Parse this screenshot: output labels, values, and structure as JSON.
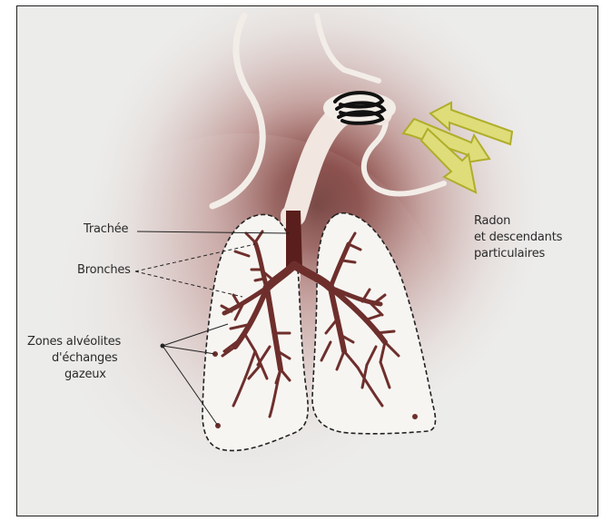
{
  "labels": {
    "trachea": "Trachée",
    "bronchi": "Bronches",
    "alveoli": [
      "Zones alvéolites",
      "d'échanges",
      "gazeux"
    ],
    "radon": [
      "Radon",
      "et descendants",
      "particulaires"
    ]
  },
  "colors": {
    "background": "#ececea",
    "lung_outline": "#222222",
    "bronchi": "#6e2f2c",
    "airway": "#f3ede8",
    "halo": "#7a3531",
    "arrow_fill": "#dedd7a",
    "arrow_stroke": "#b0ad2a"
  }
}
